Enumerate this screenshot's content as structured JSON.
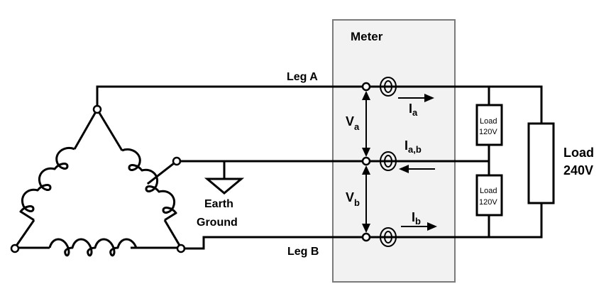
{
  "diagram": {
    "title": "Split-phase delta transformer metering diagram",
    "meter": {
      "label": "Meter",
      "fill": "#f2f2f2",
      "border": "#7a7a7a"
    },
    "legs": {
      "leg_a": "Leg A",
      "leg_b": "Leg B"
    },
    "ground": {
      "line1": "Earth",
      "line2": "Ground"
    },
    "voltages": {
      "va": {
        "main": "V",
        "sub": "a"
      },
      "vb": {
        "main": "V",
        "sub": "b"
      }
    },
    "currents": {
      "ia": {
        "main": "I",
        "sub": "a"
      },
      "iab": {
        "main": "I",
        "sub": "a,b"
      },
      "ib": {
        "main": "I",
        "sub": "b"
      }
    },
    "loads": {
      "load_a": {
        "line1": "Load",
        "line2": "120V"
      },
      "load_b": {
        "line1": "Load",
        "line2": "120V"
      },
      "load_ab": {
        "line1": "Load",
        "line2": "240V"
      }
    },
    "components": {
      "transformer": "delta-transformer",
      "current_transformers": [
        "ct-leg-a",
        "ct-neutral",
        "ct-leg-b"
      ],
      "terminals": [
        "terminal-leg-a",
        "terminal-neutral",
        "terminal-leg-b"
      ]
    }
  }
}
